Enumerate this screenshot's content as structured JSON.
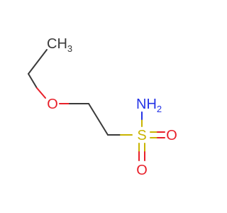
{
  "molecule": {
    "labels": {
      "methyl": {
        "main": "CH",
        "sub": "3"
      },
      "oxygen_ether": "O",
      "amine": {
        "main": "NH",
        "sub": "2"
      },
      "sulfur": "S",
      "oxygen_right": "O",
      "oxygen_bottom": "O"
    },
    "colors": {
      "bond": "#3a3a3a",
      "carbon": "#3a3a3a",
      "oxygen": "#e8202a",
      "nitrogen": "#2433e6",
      "sulfur": "#c9b400"
    }
  }
}
